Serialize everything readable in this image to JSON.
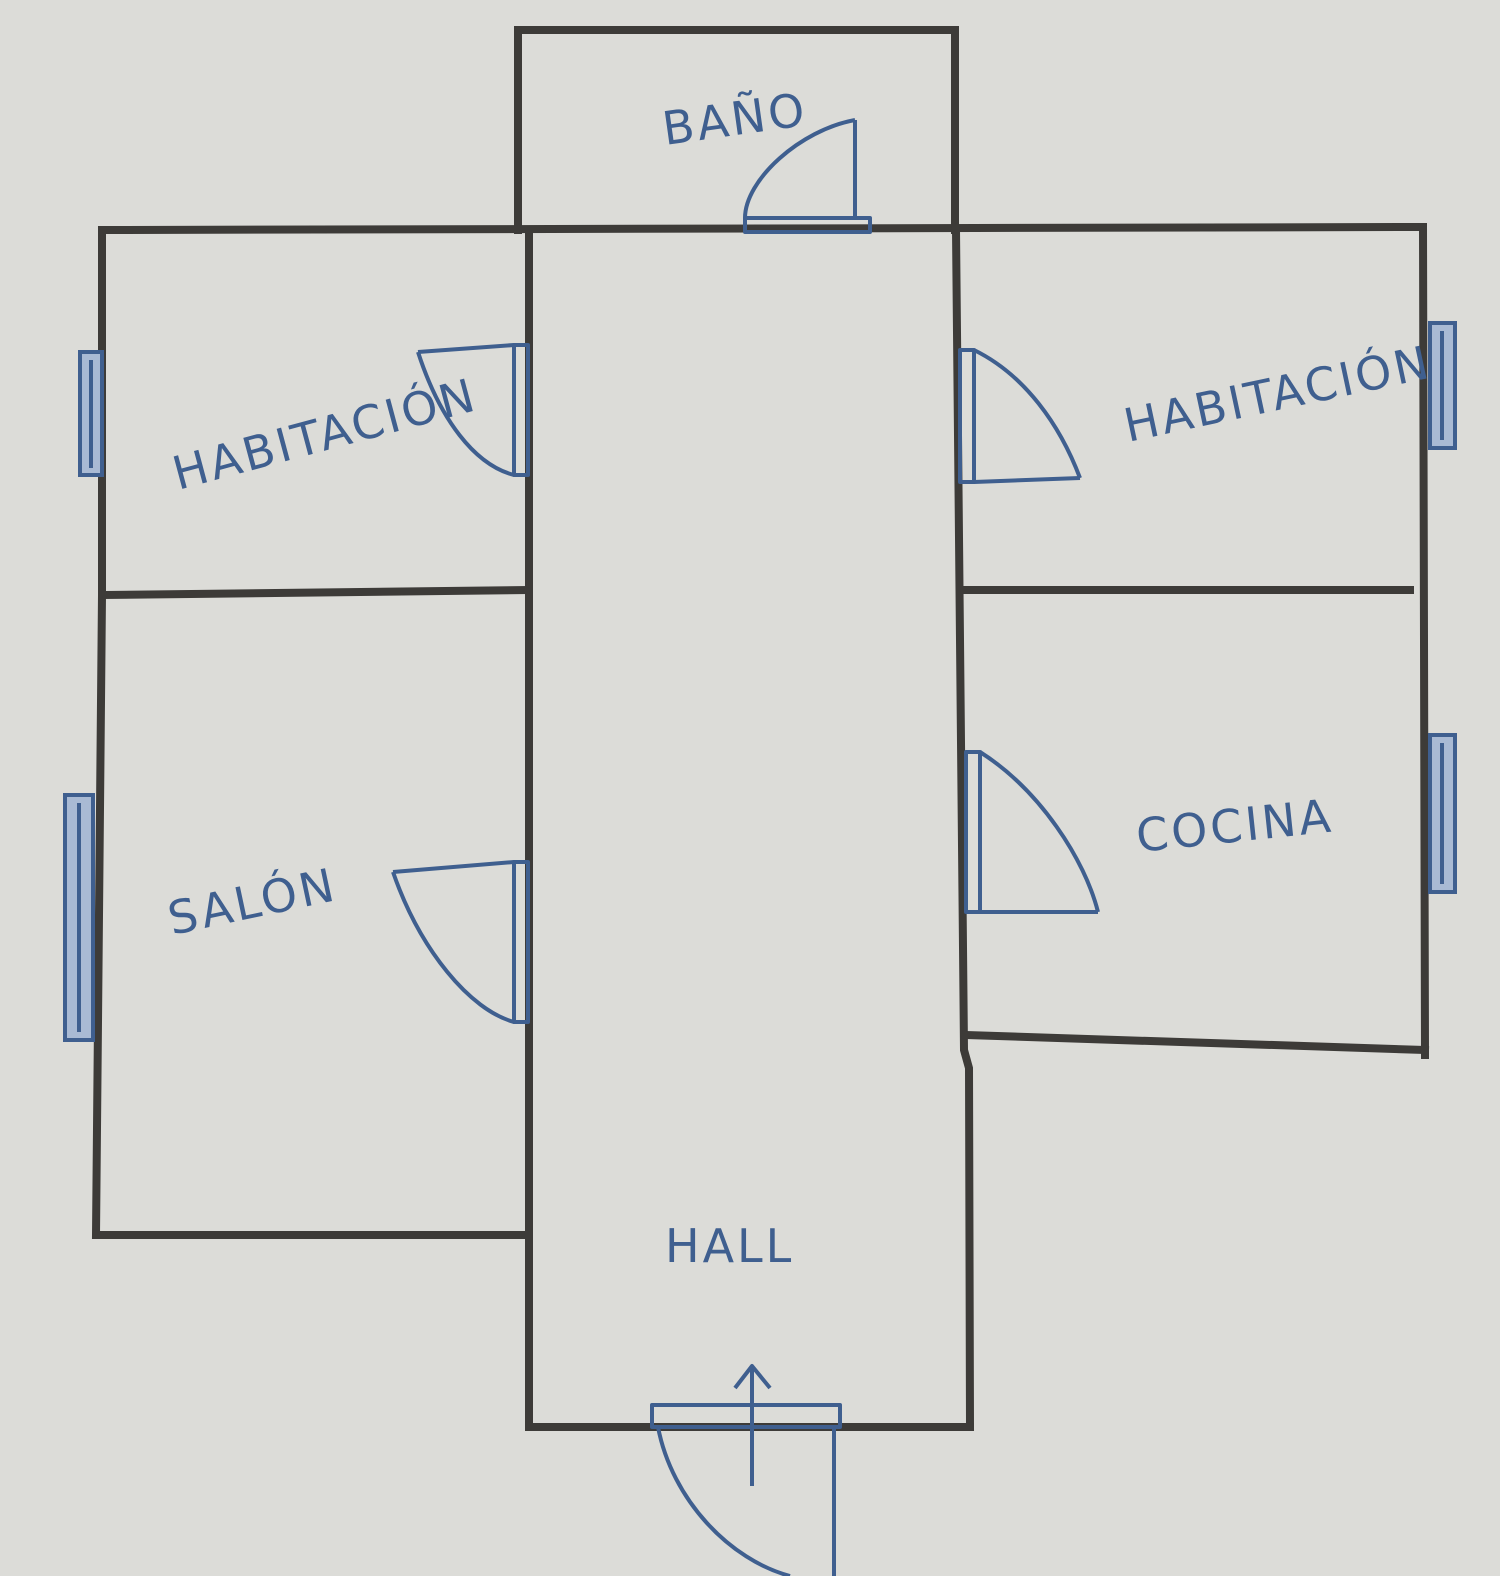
{
  "rooms": {
    "bano": "BAÑO",
    "habitacion_left": "HABITACIÓN",
    "habitacion_right": "HABITACIÓN",
    "salon": "SALÓN",
    "cocina": "COCINA",
    "hall": "HALL"
  },
  "colors": {
    "paper": "#dcdcd8",
    "walls": "#3d3b38",
    "ink": "#3f5f8f"
  },
  "icons": {
    "entrance": "arrow-up-icon",
    "door": "door-swing-icon",
    "window": "window-icon"
  }
}
